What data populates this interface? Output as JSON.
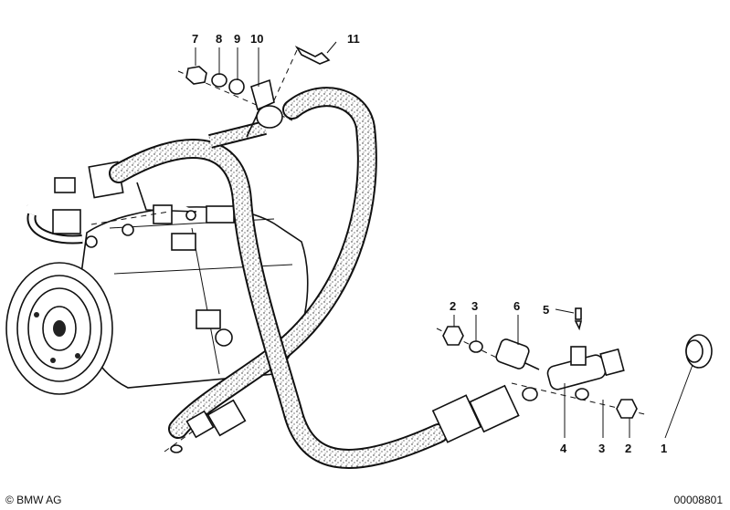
{
  "callouts": {
    "c7": "7",
    "c8": "8",
    "c9": "9",
    "c10": "10",
    "c11": "11",
    "c2a": "2",
    "c3a": "3",
    "c6": "6",
    "c5": "5",
    "c4": "4",
    "c3b": "3",
    "c2b": "2",
    "c1": "1"
  },
  "footer": {
    "copyright": "© BMW AG",
    "diagram_id": "00008801"
  }
}
